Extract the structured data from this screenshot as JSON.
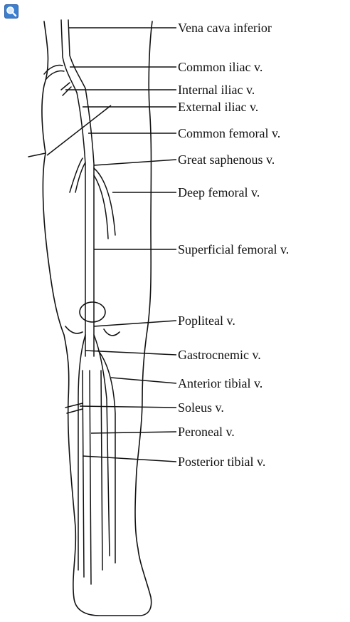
{
  "toolbar": {
    "zoom_icon": "magnifier-icon"
  },
  "labels": [
    {
      "id": "vena-cava-inferior",
      "text": "Vena cava inferior"
    },
    {
      "id": "common-iliac",
      "text": "Common iliac v."
    },
    {
      "id": "internal-iliac",
      "text": "Internal iliac v."
    },
    {
      "id": "external-iliac",
      "text": "External iliac v."
    },
    {
      "id": "common-femoral",
      "text": "Common femoral v."
    },
    {
      "id": "great-saphenous",
      "text": "Great saphenous v."
    },
    {
      "id": "deep-femoral",
      "text": "Deep femoral v."
    },
    {
      "id": "superficial-femoral",
      "text": "Superficial femoral v."
    },
    {
      "id": "popliteal",
      "text": "Popliteal v."
    },
    {
      "id": "gastrocnemic",
      "text": "Gastrocnemic v."
    },
    {
      "id": "anterior-tibial",
      "text": "Anterior tibial v."
    },
    {
      "id": "soleus",
      "text": "Soleus v."
    },
    {
      "id": "peroneal",
      "text": "Peroneal v."
    },
    {
      "id": "posterior-tibial",
      "text": "Posterior tibial v."
    }
  ]
}
